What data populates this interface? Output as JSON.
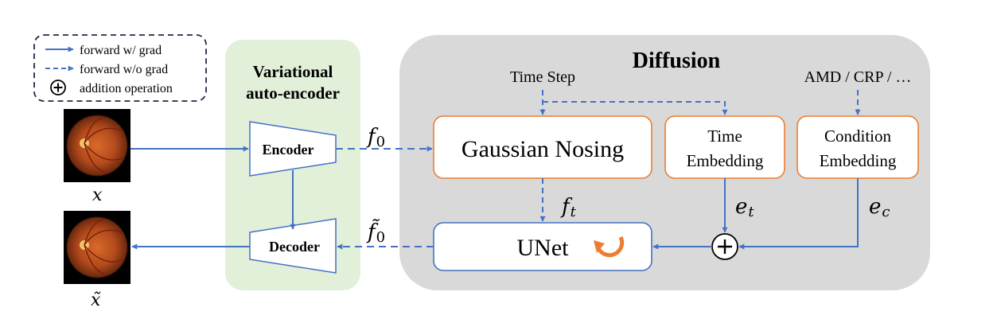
{
  "legend": {
    "items": [
      {
        "label": "forward w/ grad",
        "style": "solid"
      },
      {
        "label": "forward w/o grad",
        "style": "dashed"
      },
      {
        "label": "addition operation",
        "style": "plus"
      }
    ]
  },
  "vae": {
    "title_line1": "Variational",
    "title_line2": "auto-encoder",
    "encoder_label": "Encoder",
    "decoder_label": "Decoder"
  },
  "diffusion": {
    "title": "Diffusion",
    "time_step_label": "Time Step",
    "condition_input_label": "AMD / CRP / …",
    "gaussian_label": "Gaussian Nosing",
    "time_embed_line1": "Time",
    "time_embed_line2": "Embedding",
    "cond_embed_line1": "Condition",
    "cond_embed_line2": "Embedding",
    "unet_label": "UNet"
  },
  "symbols": {
    "x": "x",
    "x_tilde": "x̃",
    "f0": "f",
    "f0_sub": "0",
    "f0_tilde": "f̃",
    "ft": "f",
    "ft_sub": "t",
    "et": "e",
    "et_sub": "t",
    "ec": "e",
    "ec_sub": "c"
  },
  "colors": {
    "arrow": "#4472c4",
    "vae_bg": "#e2efd9",
    "diffusion_bg": "#d9d9d9",
    "box_border": "#ed7d31",
    "unet_border": "#4472c4",
    "refresh_icon": "#ed7d31"
  }
}
